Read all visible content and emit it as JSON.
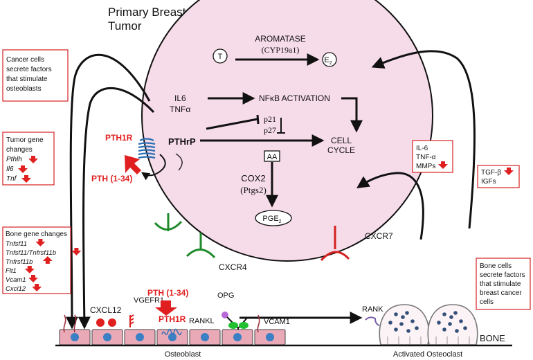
{
  "title": {
    "line1": "Primary Breast",
    "line2": "Tumor"
  },
  "tumor": {
    "aromatase": {
      "line1": "AROMATASE",
      "line2": "(CYP19a1)"
    },
    "T": "T",
    "E2": {
      "base": "E",
      "sub": "2"
    },
    "il6": "IL6",
    "tnfa": "TNFα",
    "nfkb": "NFκB ACTIVATION",
    "p21": "p21",
    "p27": "p27",
    "pthrp": "PTHrP",
    "cell_cycle": {
      "line1": "CELL",
      "line2": "CYCLE"
    },
    "aa": "AA",
    "cox2": {
      "line1": "COX2",
      "line2": "(Ptgs2)"
    },
    "pge2": {
      "base": "PGE",
      "sub": "2"
    }
  },
  "receptors": {
    "pth1r": "PTH1R",
    "pth_ligand": "PTH (1-34)",
    "cxcr4": "CXCR4",
    "cxcr7": "CXCR7"
  },
  "notes": {
    "cancer_cells": [
      "Cancer cells",
      "secrete factors",
      "that stimulate",
      "osteoblasts"
    ],
    "tumor_gene_title": [
      "Tumor gene",
      "changes"
    ],
    "tumor_genes": [
      "Pthlh",
      "Il6",
      "Tnf"
    ],
    "bone_gene_title": "Bone gene changes",
    "bone_genes": [
      {
        "label": "Tnfsf11",
        "dir": "down"
      },
      {
        "label": "Tnfsf11/Tnfrsf11b",
        "dir": "down"
      },
      {
        "label": "Tnfrsf11b",
        "dir": "up"
      },
      {
        "label": "Flt1",
        "dir": "down"
      },
      {
        "label": "Vcam1",
        "dir": "down"
      },
      {
        "label": "Cxcl12",
        "dir": "down"
      }
    ],
    "il6_group": [
      "IL-6",
      "TNF-α",
      "MMPs"
    ],
    "tgf_group": [
      "TGF-β",
      "IGFs"
    ],
    "bone_cells": [
      "Bone cells",
      "secrete factors",
      "that stimulate",
      "breast cancer",
      "cells"
    ]
  },
  "bone": {
    "cxcl12": "CXCL12",
    "vegfr1": "VGEFR1",
    "pth_ligand": "PTH (1-34)",
    "pth1r": "PTH1R",
    "rankl": "RANKL",
    "opg": "OPG",
    "vcam1": "VCAM1",
    "rank": "RANK",
    "bone_label": "BONE",
    "osteoblast": "Osteoblast",
    "activated_osteoclast": "Activated Osteoclast"
  },
  "colors": {
    "cell_fill": "#f6dbe8",
    "osteoblast_fill": "#e9a9b6",
    "nucleus": "#3b7fc4",
    "accent_red": "#e02020",
    "receptor_green": "#1f8a2a",
    "opg_purple": "#b76ad6",
    "rank_purple": "#7a5fa8"
  }
}
